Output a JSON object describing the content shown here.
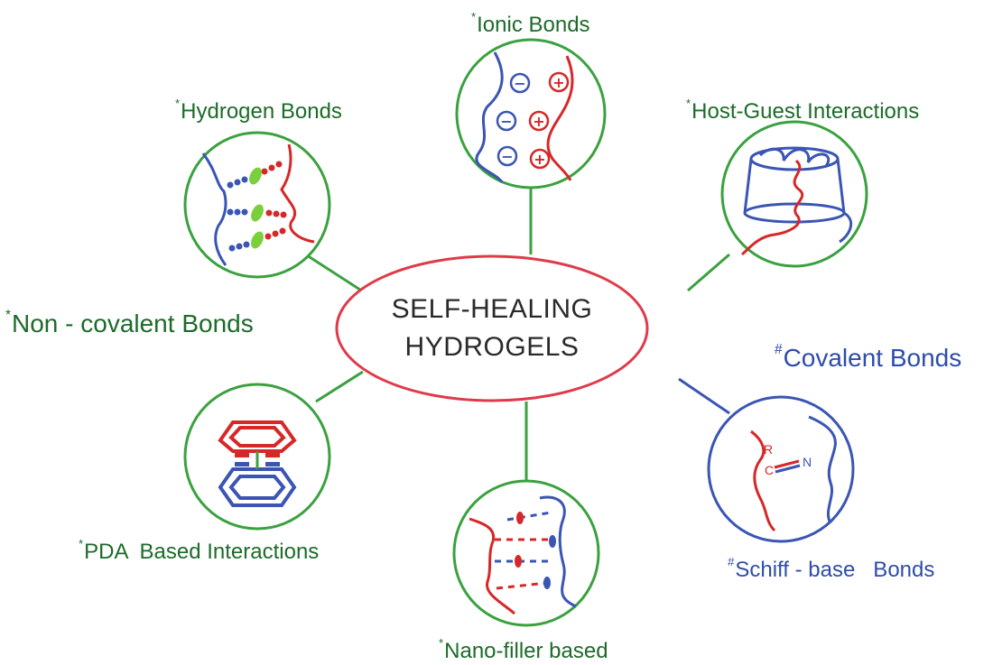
{
  "center": {
    "line1": "SELF-HEALING",
    "line2": "HYDROGELS"
  },
  "categories": {
    "non_covalent": {
      "marker": "*",
      "text": "Non - covalent Bonds"
    },
    "covalent": {
      "marker": "#",
      "text": "Covalent Bonds"
    }
  },
  "nodes": {
    "ionic": {
      "marker": "*",
      "text": "Ionic Bonds"
    },
    "hydrogen": {
      "marker": "*",
      "text": "Hydrogen Bonds"
    },
    "host_guest": {
      "marker": "*",
      "text": "Host-Guest Interactions"
    },
    "pda": {
      "marker": "*",
      "text": "PDA  Based Interactions"
    },
    "nano": {
      "marker": "*",
      "text": "Nano-filler based"
    },
    "schiff": {
      "marker": "#",
      "text": "Schiff - base   Bonds"
    }
  },
  "schiff_atoms": {
    "r": "R",
    "c": "C",
    "n": "N"
  },
  "ionic_charges": {
    "neg": "−",
    "pos": "+"
  },
  "colors": {
    "green_ring": "#3aa13f",
    "red": "#d62828",
    "blue": "#3a55b4",
    "label_green": "#1d6b2a",
    "label_blue": "#2e4da8",
    "ellipse": "#e03a4a"
  }
}
